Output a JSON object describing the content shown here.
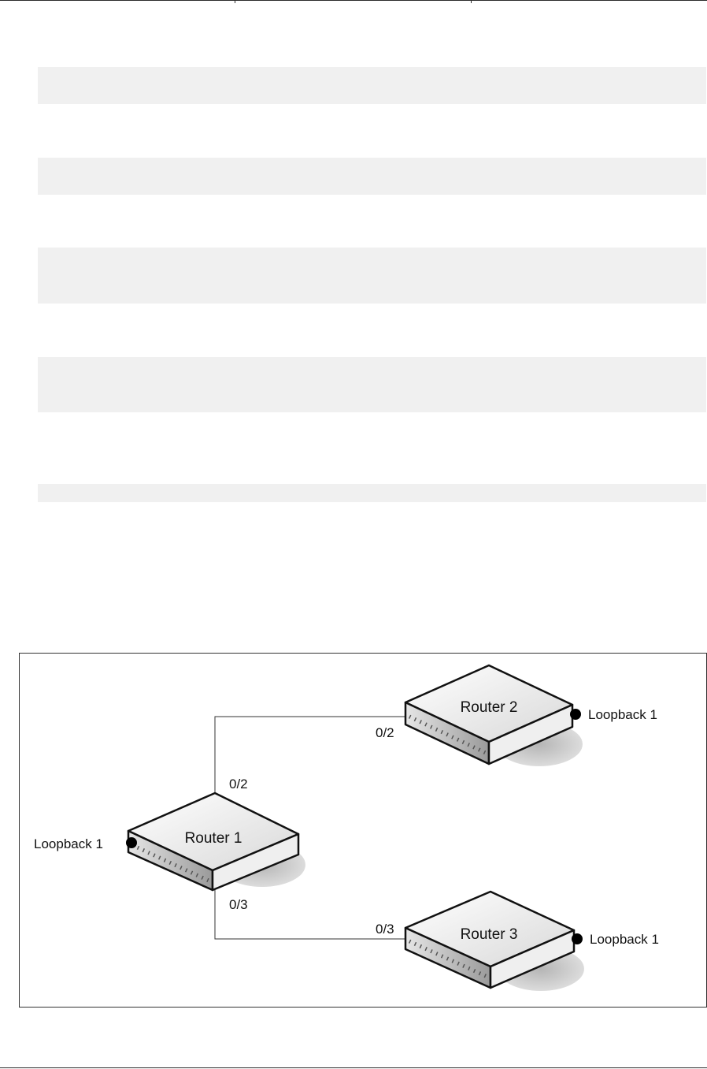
{
  "diagram": {
    "routers": [
      {
        "id": "r1",
        "label": "Router 1",
        "loopback": "Loopback 1"
      },
      {
        "id": "r2",
        "label": "Router 2",
        "loopback": "Loopback 1"
      },
      {
        "id": "r3",
        "label": "Router 3",
        "loopback": "Loopback 1"
      }
    ],
    "links": [
      {
        "from": "r1",
        "to": "r2",
        "from_port": "0/2",
        "to_port": "0/2"
      },
      {
        "from": "r1",
        "to": "r3",
        "from_port": "0/3",
        "to_port": "0/3"
      }
    ]
  }
}
